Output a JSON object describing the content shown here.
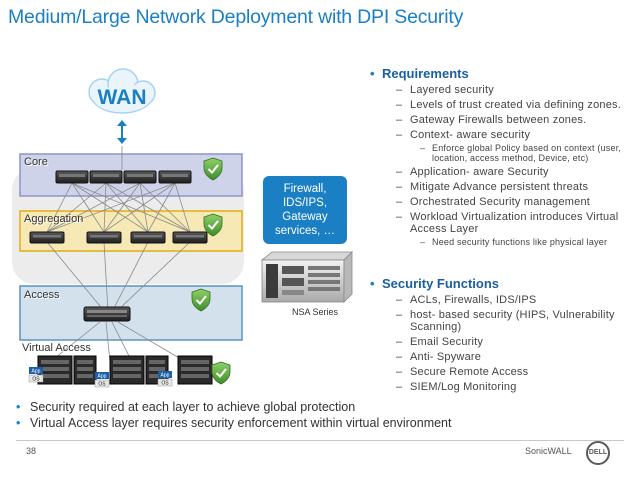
{
  "title": "Medium/Large Network Deployment with DPI Security",
  "diagram": {
    "wan_label": "WAN",
    "layers": {
      "core": "Core",
      "aggregation": "Aggregation",
      "access": "Access",
      "virtual_access": "Virtual Access"
    },
    "firewall_box": [
      "Firewall,",
      "IDS/IPS,",
      "Gateway",
      "services, …"
    ],
    "nsa_caption": "NSA Series",
    "vm_labels": [
      "App",
      "OS"
    ],
    "colors": {
      "accent": "#1b7fc4",
      "core_fill": "#cfd3ea",
      "core_border": "#8b95c9",
      "agg_fill": "#f6e9b5",
      "agg_border": "#e6b731",
      "access_fill": "#d3e1ec",
      "access_border": "#5a94c1",
      "shield": "#5fae3c"
    }
  },
  "requirements": {
    "heading": "Requirements",
    "items": [
      {
        "text": "Layered security"
      },
      {
        "text": "Levels of trust created via defining zones."
      },
      {
        "text": "Gateway Firewalls between zones."
      },
      {
        "text": "Context- aware security",
        "sub": [
          "Enforce global Policy based on context (user, location, access method, Device, etc)"
        ]
      },
      {
        "text": "Application- aware Security"
      },
      {
        "text": "Mitigate Advance persistent threats"
      },
      {
        "text": "Orchestrated Security management"
      },
      {
        "text": "Workload Virtualization introduces Virtual Access Layer",
        "sub": [
          "Need security functions like physical layer"
        ]
      }
    ]
  },
  "security_functions": {
    "heading": "Security Functions",
    "items": [
      "ACLs, Firewalls, IDS/IPS",
      "host- based security (HIPS, Vulnerability Scanning)",
      "Email Security",
      "Anti- Spyware",
      "Secure Remote Access",
      "SIEM/Log Monitoring"
    ]
  },
  "bottom_bullets": [
    "Security required at each layer to achieve global protection",
    "Virtual Access layer requires security enforcement within virtual environment"
  ],
  "footer": {
    "page": "38",
    "brand": "SonicWALL",
    "logo": "DELL"
  }
}
